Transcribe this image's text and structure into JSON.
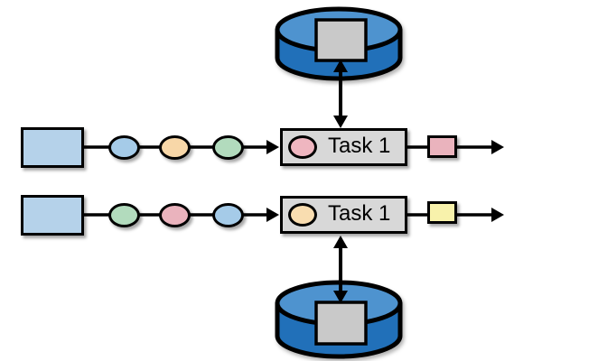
{
  "diagram": {
    "description": "Two parallel streaming pipelines feeding Task instances with attached state databases",
    "background": "#ffffff",
    "line_color": "#000000",
    "rows": [
      {
        "source": {
          "shape": "rectangle",
          "color": "#b5d2ea"
        },
        "stream_elements": [
          {
            "shape": "ellipse",
            "color": "#a5cbe8"
          },
          {
            "shape": "ellipse",
            "color": "#f8d7a8"
          },
          {
            "shape": "ellipse",
            "color": "#b2dbbd"
          }
        ],
        "task": {
          "label": "Task 1",
          "box_color": "#d8d8d8",
          "badge_color": "#efb6c0"
        },
        "output": {
          "shape": "square",
          "color": "#eab3bd"
        }
      },
      {
        "source": {
          "shape": "rectangle",
          "color": "#b5d2ea"
        },
        "stream_elements": [
          {
            "shape": "ellipse",
            "color": "#b2dbbd"
          },
          {
            "shape": "ellipse",
            "color": "#eab3bd"
          },
          {
            "shape": "ellipse",
            "color": "#a5cbe8"
          }
        ],
        "task": {
          "label": "Task 1",
          "box_color": "#d8d8d8",
          "badge_color": "#f9ddb0"
        },
        "output": {
          "shape": "square",
          "color": "#f8f2ab"
        }
      }
    ],
    "databases": [
      {
        "position": "top",
        "body_color": "#2170b9",
        "top_color": "#4e93cf",
        "block_color": "#c9c9c9",
        "connection": "bidirectional-arrow"
      },
      {
        "position": "bottom",
        "body_color": "#2170b9",
        "top_color": "#4e93cf",
        "block_color": "#c9c9c9",
        "connection": "bidirectional-arrow"
      }
    ]
  }
}
